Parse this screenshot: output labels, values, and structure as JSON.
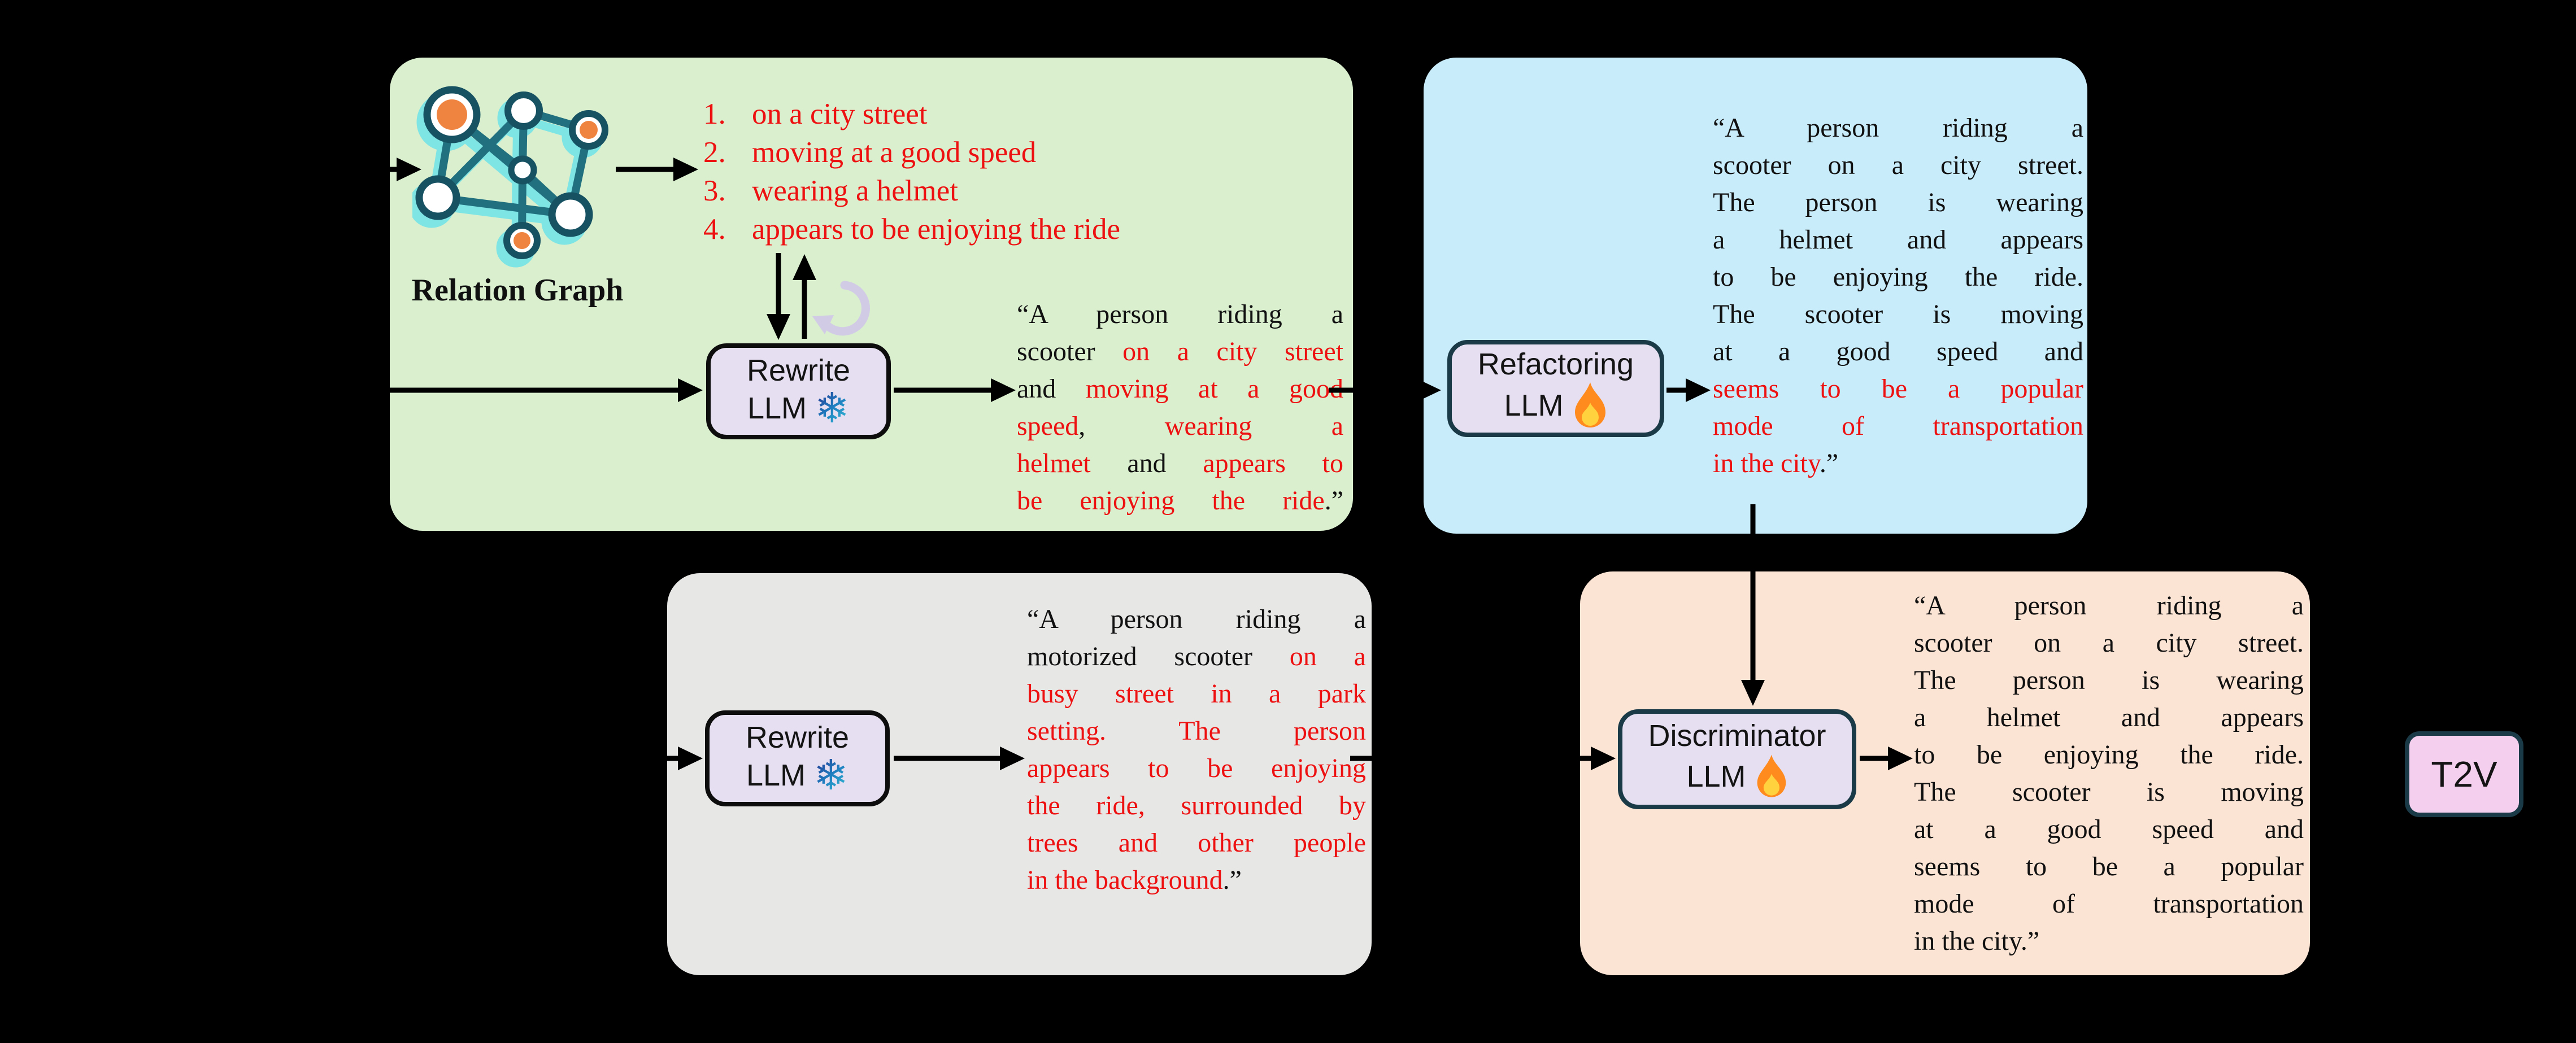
{
  "figure": {
    "background": "#000000",
    "ink_color": "#111111",
    "highlight_red": "#ee1111"
  },
  "green_panel": {
    "bg": "#d9efce",
    "graph_label": "Relation Graph",
    "candidate_list": [
      {
        "num": "1.",
        "text": "on a city street"
      },
      {
        "num": "2.",
        "text": "moving at a good speed"
      },
      {
        "num": "3.",
        "text": "wearing a helmet"
      },
      {
        "num": "4.",
        "text": "appears to be enjoying the ride"
      }
    ],
    "llm_box": {
      "line1": "Rewrite",
      "line2": "LLM",
      "icon": "snowflake-icon"
    },
    "snowflake_glyph": "❄",
    "quote_lines": [
      {
        "j": 1,
        "segs": [
          {
            "c": "k",
            "t": "“A person riding a"
          }
        ]
      },
      {
        "j": 1,
        "segs": [
          {
            "c": "k",
            "t": "scooter "
          },
          {
            "c": "r",
            "t": "on a city street"
          }
        ]
      },
      {
        "j": 1,
        "segs": [
          {
            "c": "k",
            "t": "and "
          },
          {
            "c": "r",
            "t": "moving at a good"
          }
        ]
      },
      {
        "j": 1,
        "segs": [
          {
            "c": "r",
            "t": "speed"
          },
          {
            "c": "k",
            "t": ", "
          },
          {
            "c": "r",
            "t": "wearing a"
          }
        ]
      },
      {
        "j": 1,
        "segs": [
          {
            "c": "r",
            "t": "helmet "
          },
          {
            "c": "k",
            "t": "and "
          },
          {
            "c": "r",
            "t": "appears to"
          }
        ]
      },
      {
        "j": 1,
        "segs": [
          {
            "c": "r",
            "t": "be enjoying the ride"
          },
          {
            "c": "k",
            "t": ".”"
          }
        ]
      }
    ]
  },
  "blue_panel": {
    "bg": "#c9ecfa",
    "llm_box": {
      "line1": "Refactoring",
      "line2": "LLM",
      "icon": "fire-icon"
    },
    "quote_lines": [
      {
        "j": 1,
        "segs": [
          {
            "c": "k",
            "t": "“A person riding a"
          }
        ]
      },
      {
        "j": 1,
        "segs": [
          {
            "c": "k",
            "t": "scooter on a city street."
          }
        ]
      },
      {
        "j": 1,
        "segs": [
          {
            "c": "k",
            "t": "The person is wearing"
          }
        ]
      },
      {
        "j": 1,
        "segs": [
          {
            "c": "k",
            "t": "a helmet and appears"
          }
        ]
      },
      {
        "j": 1,
        "segs": [
          {
            "c": "k",
            "t": "to be enjoying the ride."
          }
        ]
      },
      {
        "j": 1,
        "segs": [
          {
            "c": "k",
            "t": "The scooter is moving"
          }
        ]
      },
      {
        "j": 1,
        "segs": [
          {
            "c": "k",
            "t": "at a good speed and"
          }
        ]
      },
      {
        "j": 1,
        "segs": [
          {
            "c": "r",
            "t": "seems to be a popular"
          }
        ]
      },
      {
        "j": 1,
        "segs": [
          {
            "c": "r",
            "t": "mode of transportation"
          }
        ]
      },
      {
        "j": 0,
        "segs": [
          {
            "c": "r",
            "t": "in the city"
          },
          {
            "c": "k",
            "t": ".”"
          }
        ]
      }
    ]
  },
  "gray_panel": {
    "bg": "#e7e7e6",
    "llm_box": {
      "line1": "Rewrite",
      "line2": "LLM",
      "icon": "snowflake-icon"
    },
    "snowflake_glyph": "❄",
    "quote_lines": [
      {
        "j": 1,
        "segs": [
          {
            "c": "k",
            "t": "“A person riding a"
          }
        ]
      },
      {
        "j": 1,
        "segs": [
          {
            "c": "k",
            "t": "motorized scooter "
          },
          {
            "c": "r",
            "t": "on a"
          }
        ]
      },
      {
        "j": 1,
        "segs": [
          {
            "c": "r",
            "t": "busy street in a park"
          }
        ]
      },
      {
        "j": 1,
        "segs": [
          {
            "c": "r",
            "t": "setting. The person"
          }
        ]
      },
      {
        "j": 1,
        "segs": [
          {
            "c": "r",
            "t": "appears to be enjoying"
          }
        ]
      },
      {
        "j": 1,
        "segs": [
          {
            "c": "r",
            "t": "the ride, surrounded by"
          }
        ]
      },
      {
        "j": 1,
        "segs": [
          {
            "c": "r",
            "t": "trees and other people"
          }
        ]
      },
      {
        "j": 0,
        "segs": [
          {
            "c": "r",
            "t": "in the background"
          },
          {
            "c": "k",
            "t": ".”"
          }
        ]
      }
    ]
  },
  "orange_panel": {
    "bg": "#fce4d4",
    "llm_box": {
      "line1": "Discriminator",
      "line2": "LLM",
      "icon": "fire-icon"
    },
    "quote_lines": [
      {
        "j": 1,
        "segs": [
          {
            "c": "k",
            "t": "“A person riding a"
          }
        ]
      },
      {
        "j": 1,
        "segs": [
          {
            "c": "k",
            "t": "scooter on a city street."
          }
        ]
      },
      {
        "j": 1,
        "segs": [
          {
            "c": "k",
            "t": "The person is wearing"
          }
        ]
      },
      {
        "j": 1,
        "segs": [
          {
            "c": "k",
            "t": "a helmet and appears"
          }
        ]
      },
      {
        "j": 1,
        "segs": [
          {
            "c": "k",
            "t": "to be enjoying the ride."
          }
        ]
      },
      {
        "j": 1,
        "segs": [
          {
            "c": "k",
            "t": "The scooter is moving"
          }
        ]
      },
      {
        "j": 1,
        "segs": [
          {
            "c": "k",
            "t": "at a good speed and"
          }
        ]
      },
      {
        "j": 1,
        "segs": [
          {
            "c": "k",
            "t": "seems to be a popular"
          }
        ]
      },
      {
        "j": 1,
        "segs": [
          {
            "c": "k",
            "t": "mode of transportation"
          }
        ]
      },
      {
        "j": 0,
        "segs": [
          {
            "c": "k",
            "t": "in the city.”"
          }
        ]
      }
    ]
  },
  "t2v_box": {
    "label": "T2V"
  }
}
